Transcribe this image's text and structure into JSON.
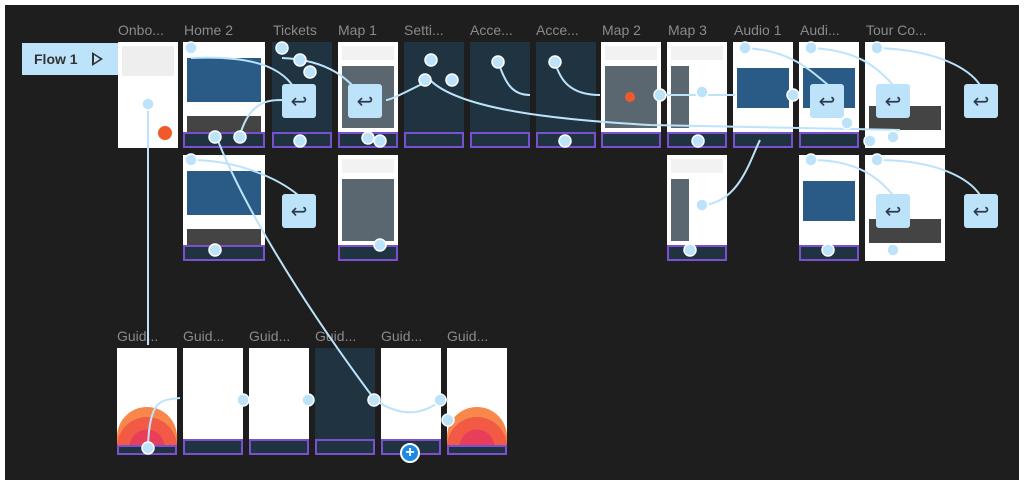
{
  "flow": {
    "label": "Flow 1"
  },
  "frames_top": [
    "Onbo...",
    "Home 2",
    "Tickets",
    "Map 1",
    "Setti...",
    "Acce...",
    "Acce...",
    "Map 2",
    "Map 3",
    "Audio 1",
    "Audi...",
    "Tour Co..."
  ],
  "frames_bottom": [
    "Guid...",
    "Guid...",
    "Guid...",
    "Guid...",
    "Guid...",
    "Guid..."
  ],
  "icons": {
    "back": "reply-arrow-icon",
    "play": "play-icon",
    "add": "plus-circle-icon"
  },
  "colors": {
    "canvas": "#1e1e1e",
    "connector": "#bde3fb",
    "accent": "#f05a28",
    "selection": "#7a4fd0"
  }
}
